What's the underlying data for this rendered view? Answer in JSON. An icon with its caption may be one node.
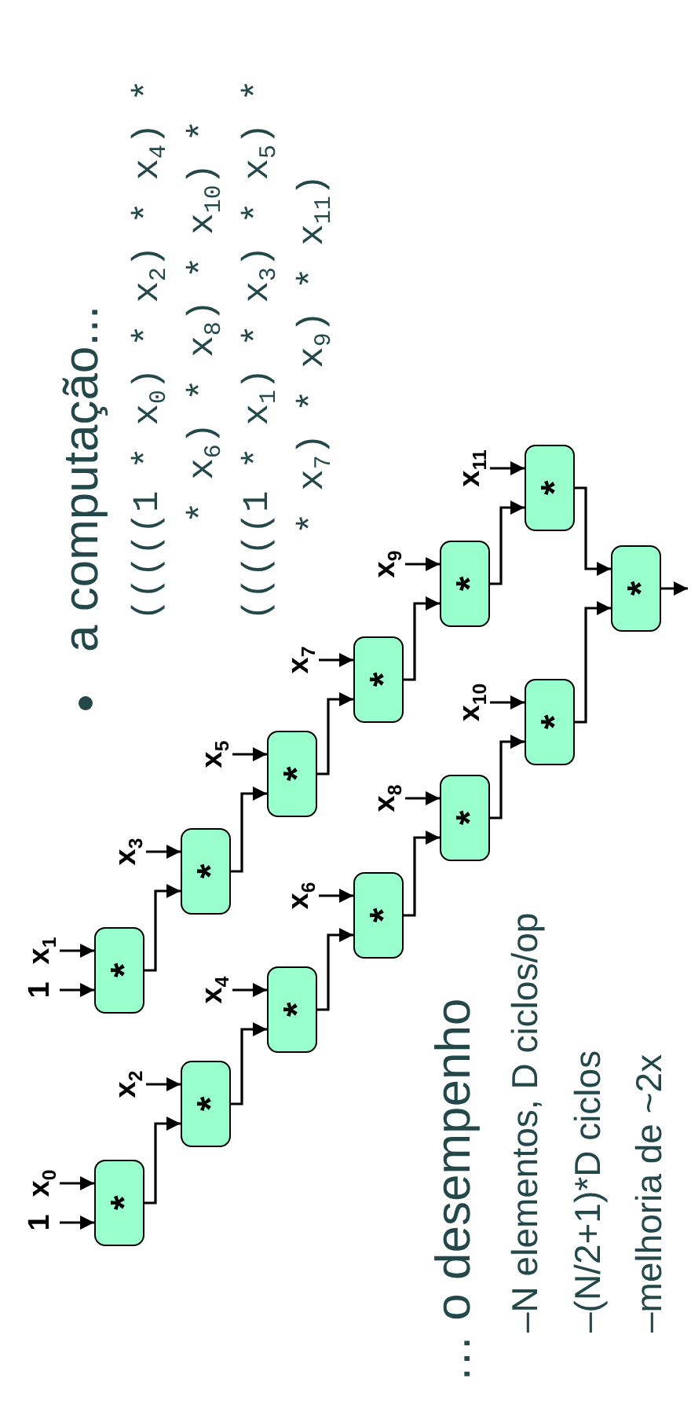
{
  "diagram": {
    "nodes": [
      {
        "text": [
          "1"
        ]
      },
      {
        "text": [
          "x$_{0}$"
        ]
      },
      {
        "text": [
          "1"
        ]
      },
      {
        "text": [
          "x$_{1}$"
        ]
      },
      {
        "text": [
          "x$_{2}$"
        ]
      },
      {
        "text": [
          "x$_{3}$"
        ]
      },
      {
        "text": [
          "x$_{4}$"
        ]
      },
      {
        "text": [
          "x$_{5}$"
        ]
      },
      {
        "text": [
          "x$_{6}$"
        ]
      },
      {
        "text": [
          "x$_{7}$"
        ]
      },
      {
        "text": [
          "x$_{8}$"
        ]
      },
      {
        "text": [
          "x$_{9}$"
        ]
      },
      {
        "text": [
          "x$_{10}$"
        ]
      },
      {
        "text": [
          "x$_{11}$"
        ]
      },
      {
        "text": [
          "*"
        ]
      },
      {
        "text": [
          "*"
        ]
      },
      {
        "text": [
          "*"
        ]
      },
      {
        "text": [
          "*"
        ]
      },
      {
        "text": [
          "*"
        ]
      },
      {
        "text": [
          "*"
        ]
      },
      {
        "text": [
          "*"
        ]
      },
      {
        "text": [
          "*"
        ]
      },
      {
        "text": [
          "*"
        ]
      },
      {
        "text": [
          "*"
        ]
      },
      {
        "text": [
          "*"
        ]
      },
      {
        "text": [
          "*"
        ]
      },
      {
        "text": [
          "*"
        ]
      }
    ],
    "edges": [
      {
        "from": 0,
        "to": 14,
        "arrow": "to"
      },
      {
        "from": 1,
        "to": 14,
        "arrow": "to"
      },
      {
        "from": 2,
        "to": 15,
        "arrow": "to"
      },
      {
        "from": 3,
        "to": 15,
        "arrow": "to"
      },
      {
        "from": 4,
        "to": 16,
        "arrow": "to"
      },
      {
        "from": 5,
        "to": 17,
        "arrow": "to"
      },
      {
        "from": 6,
        "to": 18,
        "arrow": "to"
      },
      {
        "from": 7,
        "to": 19,
        "arrow": "to"
      },
      {
        "from": 8,
        "to": 20,
        "arrow": "to"
      },
      {
        "from": 9,
        "to": 21,
        "arrow": "to"
      },
      {
        "from": 10,
        "to": 22,
        "arrow": "to"
      },
      {
        "from": 11,
        "to": 23,
        "arrow": "to"
      },
      {
        "from": 12,
        "to": 24,
        "arrow": "to"
      },
      {
        "from": 13,
        "to": 25,
        "arrow": "to"
      },
      {
        "from": 14,
        "to": 16,
        "arrow": "to"
      },
      {
        "from": 16,
        "to": 18,
        "arrow": "to"
      },
      {
        "from": 18,
        "to": 20,
        "arrow": "to"
      },
      {
        "from": 20,
        "to": 22,
        "arrow": "to"
      },
      {
        "from": 22,
        "to": 24,
        "arrow": "to"
      },
      {
        "from": 24,
        "to": 26,
        "arrow": "to"
      },
      {
        "from": 15,
        "to": 17,
        "arrow": "to"
      },
      {
        "from": 17,
        "to": 19,
        "arrow": "to"
      },
      {
        "from": 19,
        "to": 21,
        "arrow": "to"
      },
      {
        "from": 21,
        "to": 23,
        "arrow": "to"
      },
      {
        "from": 23,
        "to": 25,
        "arrow": "to"
      },
      {
        "from": 25,
        "to": 26,
        "arrow": "to"
      },
      {
        "from": 26,
        "to": null,
        "arrow": "to"
      }
    ],
    "labels": [
      "a computação...",
      "(((((1 * x$_{0}$) * x$_{2}$) * x$_{4}$) *",
      "* x$_{6}$) * x$_{8}$) * x$_{10}$) *",
      "(((((1 * x$_{1}$) * x$_{3}$) * x$_{5}$) *",
      "* x$_{7}$) * x$_{9}$) * x$_{11}$)",
      "… o desempenho",
      "–N elementos, D ciclos/op",
      "–(N/2+1)*D ciclos",
      "–melhoria de ~2x"
    ]
  }
}
